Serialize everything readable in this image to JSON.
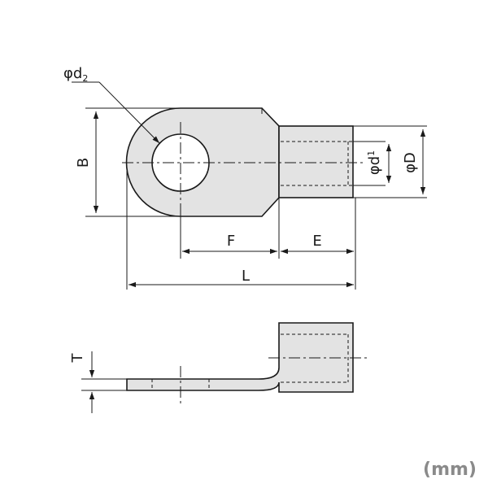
{
  "labels": {
    "d2": "d",
    "d2_sub": "2",
    "d1": "d",
    "d1_sub": "1",
    "phi": "φ",
    "D": "D",
    "B": "B",
    "F": "F",
    "E": "E",
    "L": "L",
    "T": "T"
  },
  "unit": "(mm)"
}
